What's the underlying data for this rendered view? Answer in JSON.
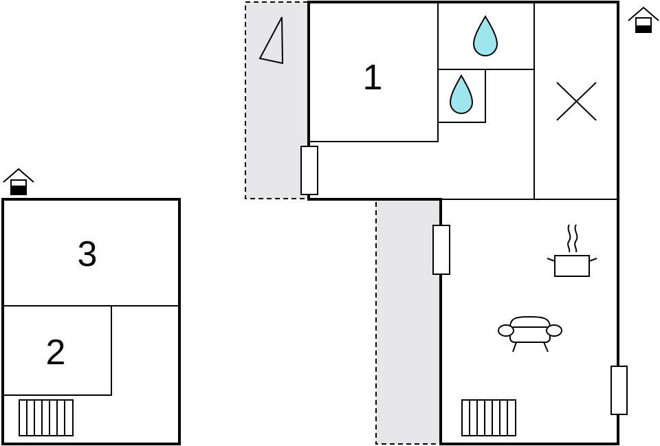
{
  "rooms": [
    {
      "id": "1",
      "label": "1"
    },
    {
      "id": "2",
      "label": "2"
    },
    {
      "id": "3",
      "label": "3"
    }
  ],
  "colors": {
    "terrace": "#e5e5ea",
    "water": "#9ee6ee",
    "wall": "#000000"
  },
  "icons": [
    "entrance-icon",
    "north-arrow-icon",
    "water-drop-icon",
    "stairs-cross-icon",
    "stove-pot-icon",
    "sofa-icon",
    "radiator-icon",
    "window-icon"
  ]
}
